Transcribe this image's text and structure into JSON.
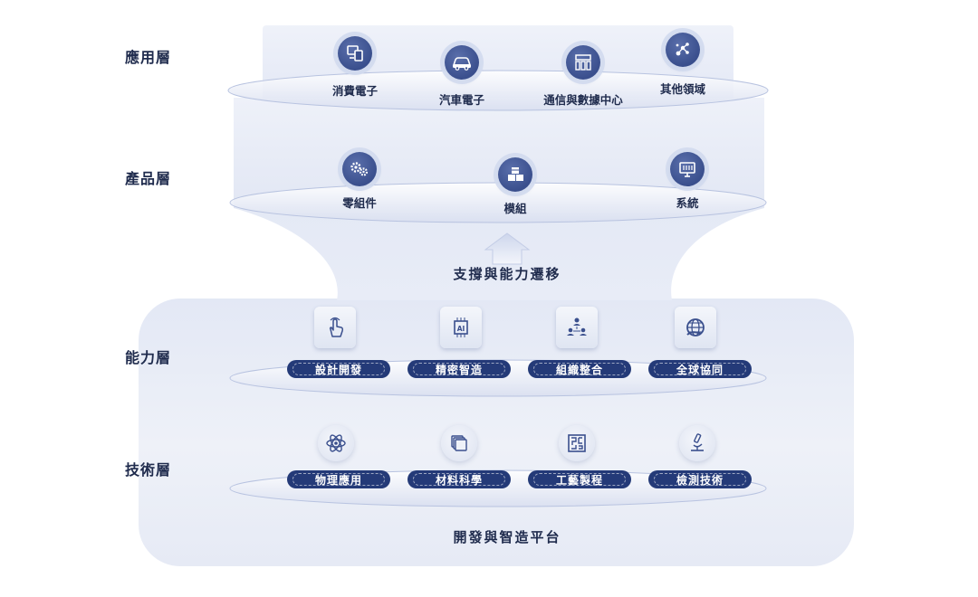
{
  "layers": {
    "application": "應用層",
    "product": "產品層",
    "capability": "能力層",
    "technology": "技術層"
  },
  "application_items": [
    {
      "label": "消費電子",
      "icon": "devices-icon"
    },
    {
      "label": "汽車電子",
      "icon": "car-icon"
    },
    {
      "label": "通信與數據中心",
      "icon": "server-icon"
    },
    {
      "label": "其他領域",
      "icon": "network-nodes-icon"
    }
  ],
  "product_items": [
    {
      "label": "零組件",
      "icon": "gears-icon"
    },
    {
      "label": "模組",
      "icon": "cubes-icon"
    },
    {
      "label": "系統",
      "icon": "monitor-icon"
    }
  ],
  "transfer_label": "支撐與能力遷移",
  "capability_items": [
    {
      "label": "設計開發",
      "icon": "touch-hand-icon"
    },
    {
      "label": "精密智造",
      "icon": "ai-chip-icon"
    },
    {
      "label": "組織整合",
      "icon": "org-chart-icon"
    },
    {
      "label": "全球協同",
      "icon": "globe-icon"
    }
  ],
  "technology_items": [
    {
      "label": "物理應用",
      "icon": "atom-icon"
    },
    {
      "label": "材料科學",
      "icon": "layers-icon"
    },
    {
      "label": "工藝製程",
      "icon": "circuit-maze-icon"
    },
    {
      "label": "檢測技術",
      "icon": "microscope-icon"
    }
  ],
  "platform_label": "開發與智造平台",
  "colors": {
    "navy": "#243a78",
    "icon_blue": "#3a4f8d",
    "band_light": "#e3e8f5",
    "text": "#1f2b4d"
  }
}
